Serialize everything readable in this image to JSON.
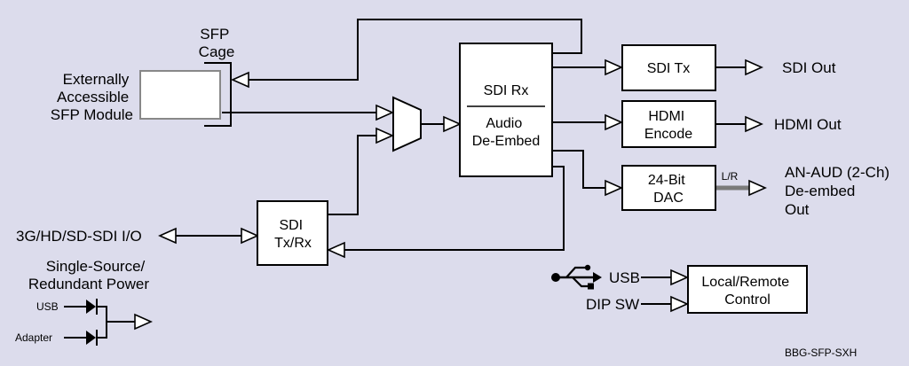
{
  "diagram": {
    "sfp_cage": [
      "SFP",
      "Cage"
    ],
    "sfp_module": [
      "Externally",
      "Accessible",
      "SFP Module"
    ],
    "sdi_rx": "SDI Rx",
    "audio_deembed": [
      "Audio",
      "De-Embed"
    ],
    "sdi_tx": "SDI Tx",
    "hdmi_encode": [
      "HDMI",
      "Encode"
    ],
    "dac": [
      "24-Bit",
      "DAC"
    ],
    "lr_label": "L/R",
    "sdi_out": "SDI Out",
    "hdmi_out": "HDMI Out",
    "an_aud_out": [
      "AN-AUD (2-Ch)",
      "De-embed",
      "Out"
    ],
    "sdi_txrx": [
      "SDI",
      "Tx/Rx"
    ],
    "sdi_io": "3G/HD/SD-SDI I/O",
    "power_title": [
      "Single-Source/",
      "Redundant Power"
    ],
    "power_usb": "USB",
    "power_adapter": "Adapter",
    "usb_label": "USB",
    "dip_sw": "DIP SW",
    "local_remote": [
      "Local/Remote",
      "Control"
    ],
    "model": "BBG-SFP-SXH",
    "icons": [
      "usb-icon"
    ],
    "colors": {
      "background": "#dcdcec",
      "block_fill": "#ffffff",
      "stroke": "#000000",
      "audio_bus": "#7a7a7a"
    }
  }
}
